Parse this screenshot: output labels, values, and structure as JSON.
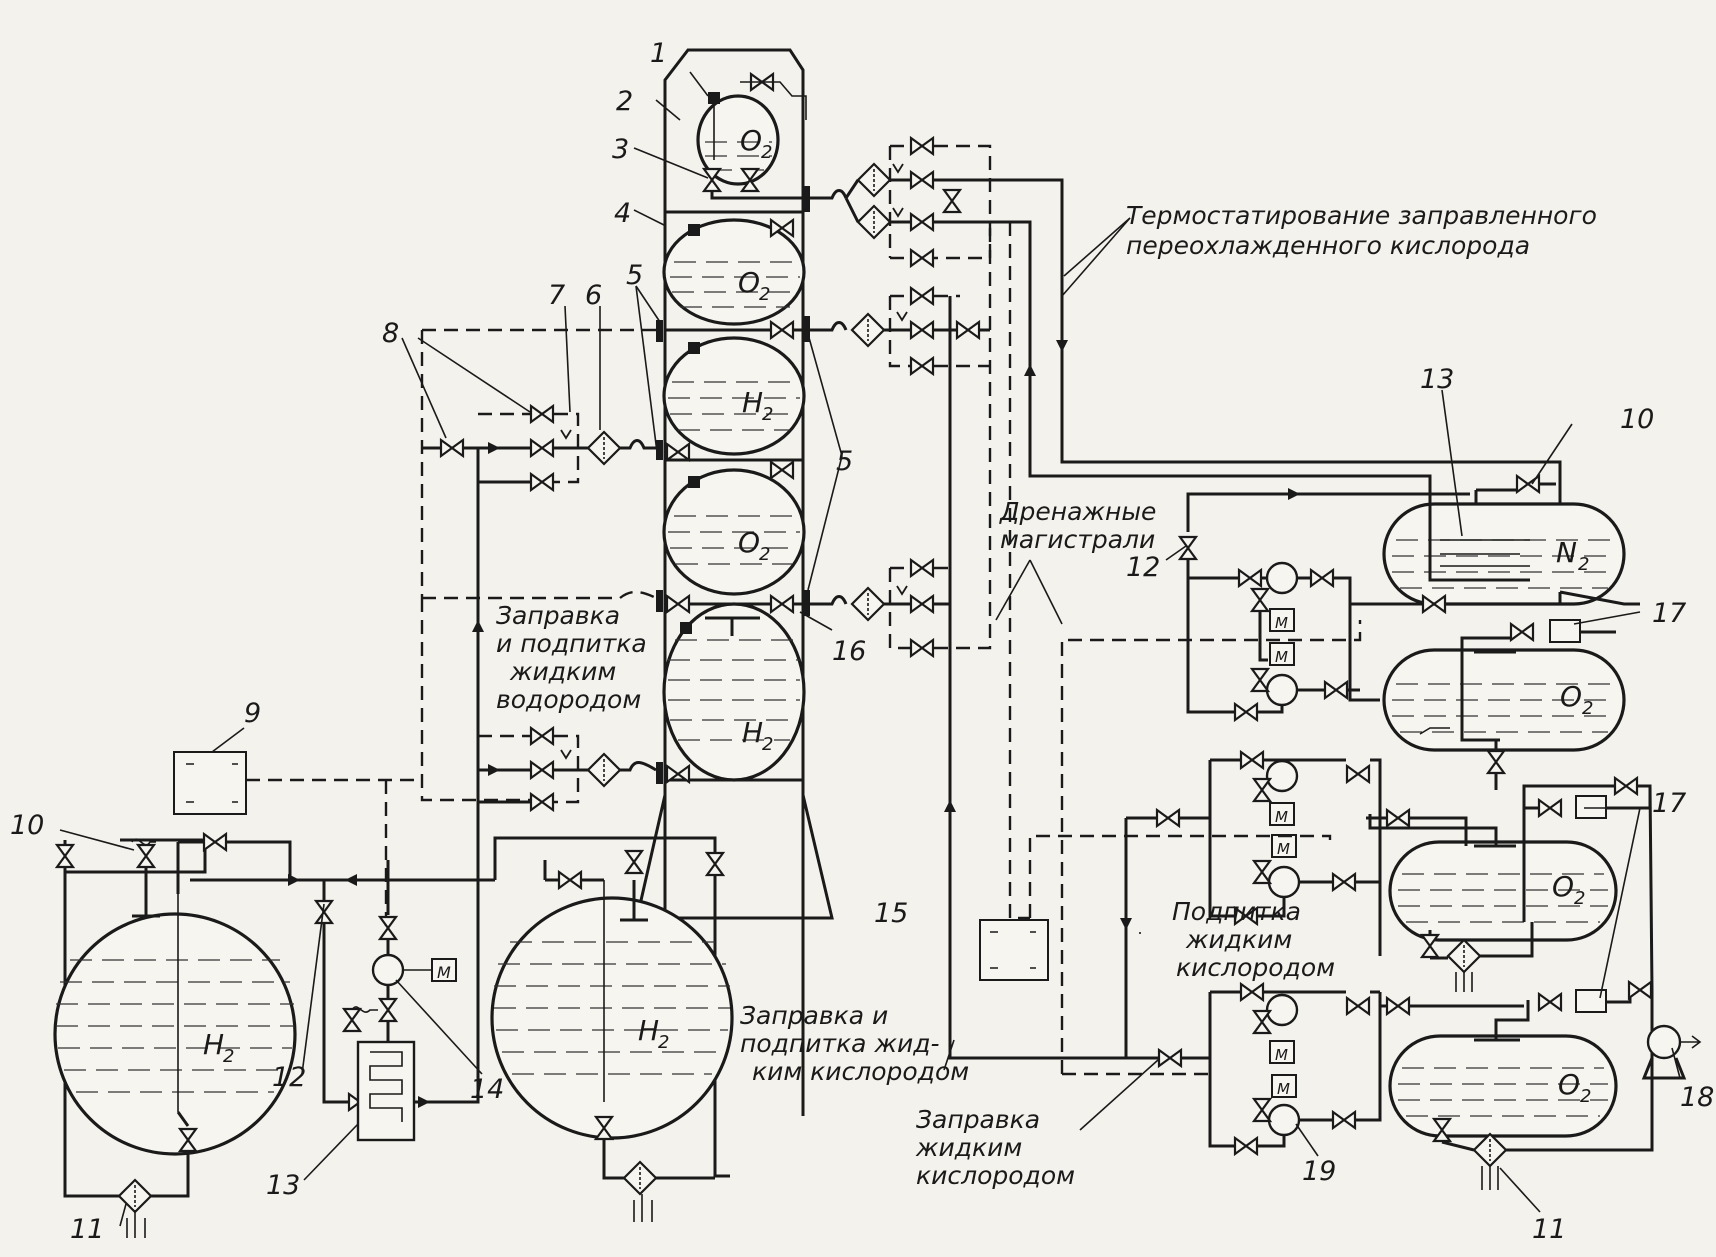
{
  "labels": {
    "thermo_1": "Термостатирование заправленного",
    "thermo_2": "переохлажденного кислорода",
    "drain_1": "Дренажные",
    "drain_2": "магистрали",
    "h2_fill_1": "Заправка",
    "h2_fill_2": "и подпитка",
    "h2_fill_3": "жидким",
    "h2_fill_4": "водородом",
    "o2_makeup_1": "Подпитка",
    "o2_makeup_2": "жидким",
    "o2_makeup_3": "кислородом",
    "o2_fill_makeup_1": "Заправка и",
    "o2_fill_makeup_2": "подпитка жид-",
    "o2_fill_makeup_3": "ким кислородом",
    "o2_fill_1": "Заправка",
    "o2_fill_2": "жидким",
    "o2_fill_3": "кислородом"
  },
  "numbers": {
    "n1": "1",
    "n2": "2",
    "n3": "3",
    "n4": "4",
    "n5a": "5",
    "n5b": "5",
    "n6": "6",
    "n7": "7",
    "n8": "8",
    "n9": "9",
    "n10a": "10",
    "n10b": "10",
    "n11a": "11",
    "n11b": "11",
    "n12a": "12",
    "n12b": "12",
    "n13a": "13",
    "n13b": "13",
    "n14": "14",
    "n15": "15",
    "n16": "16",
    "n17a": "17",
    "n17b": "17",
    "n18": "18",
    "n19": "19"
  },
  "chem": {
    "o2": "O",
    "h2": "H",
    "n2": "N",
    "sub": "2",
    "motor": "M"
  }
}
